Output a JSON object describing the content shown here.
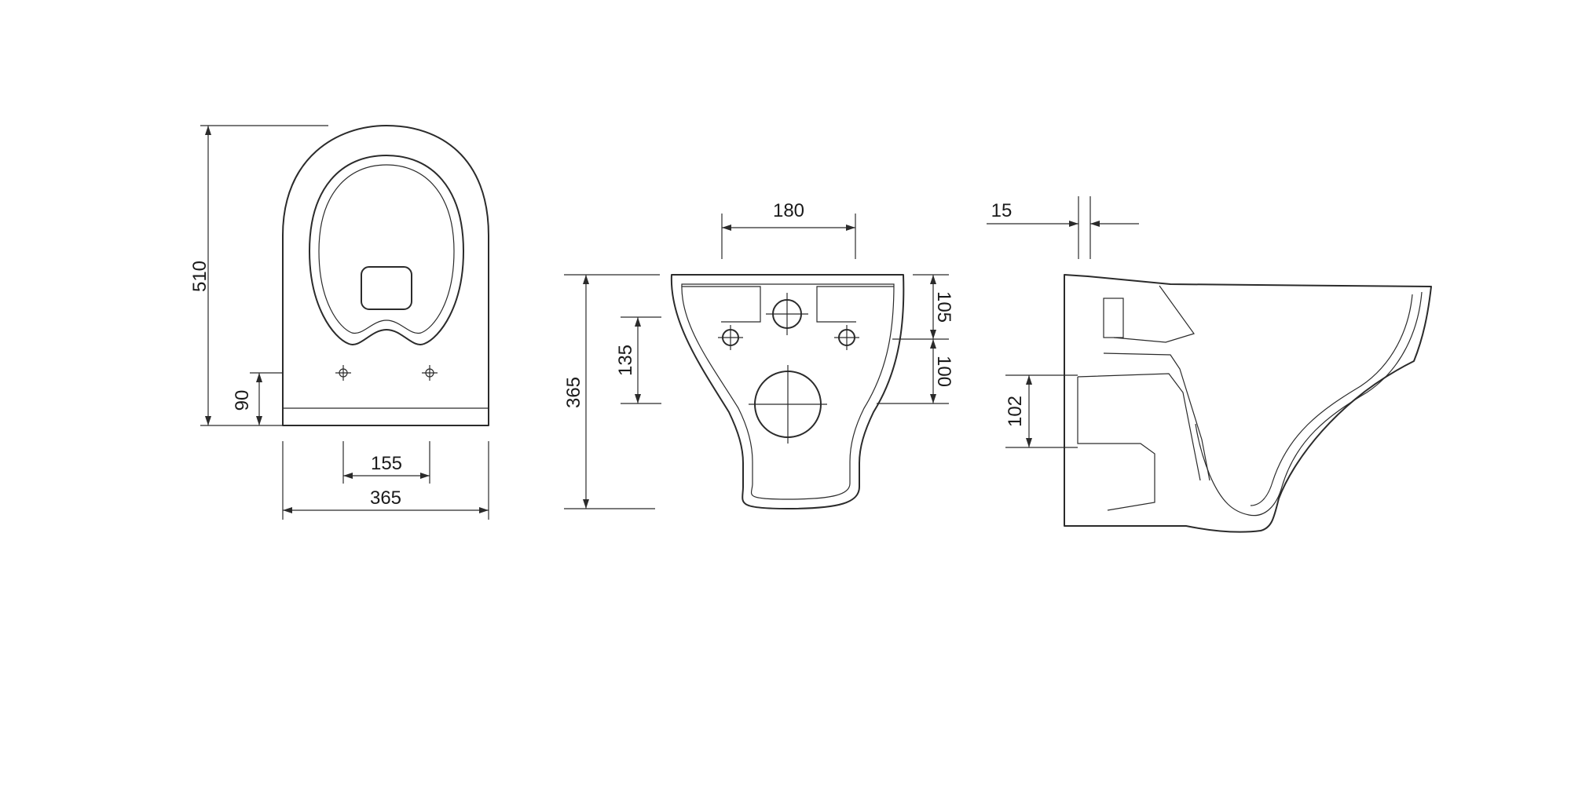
{
  "dimensions": {
    "top_view": {
      "length": "510",
      "fixing_offset": "90",
      "fixing_spacing": "155",
      "width": "365"
    },
    "rear_view": {
      "height": "365",
      "bolt_spacing": "180",
      "bolt_height": "135",
      "inlet_height": "105",
      "outlet_height": "100"
    },
    "side_view": {
      "wall_gap": "15",
      "outlet_offset": "102"
    }
  },
  "colors": {
    "line": "#2b2b2b",
    "background": "#ffffff"
  }
}
